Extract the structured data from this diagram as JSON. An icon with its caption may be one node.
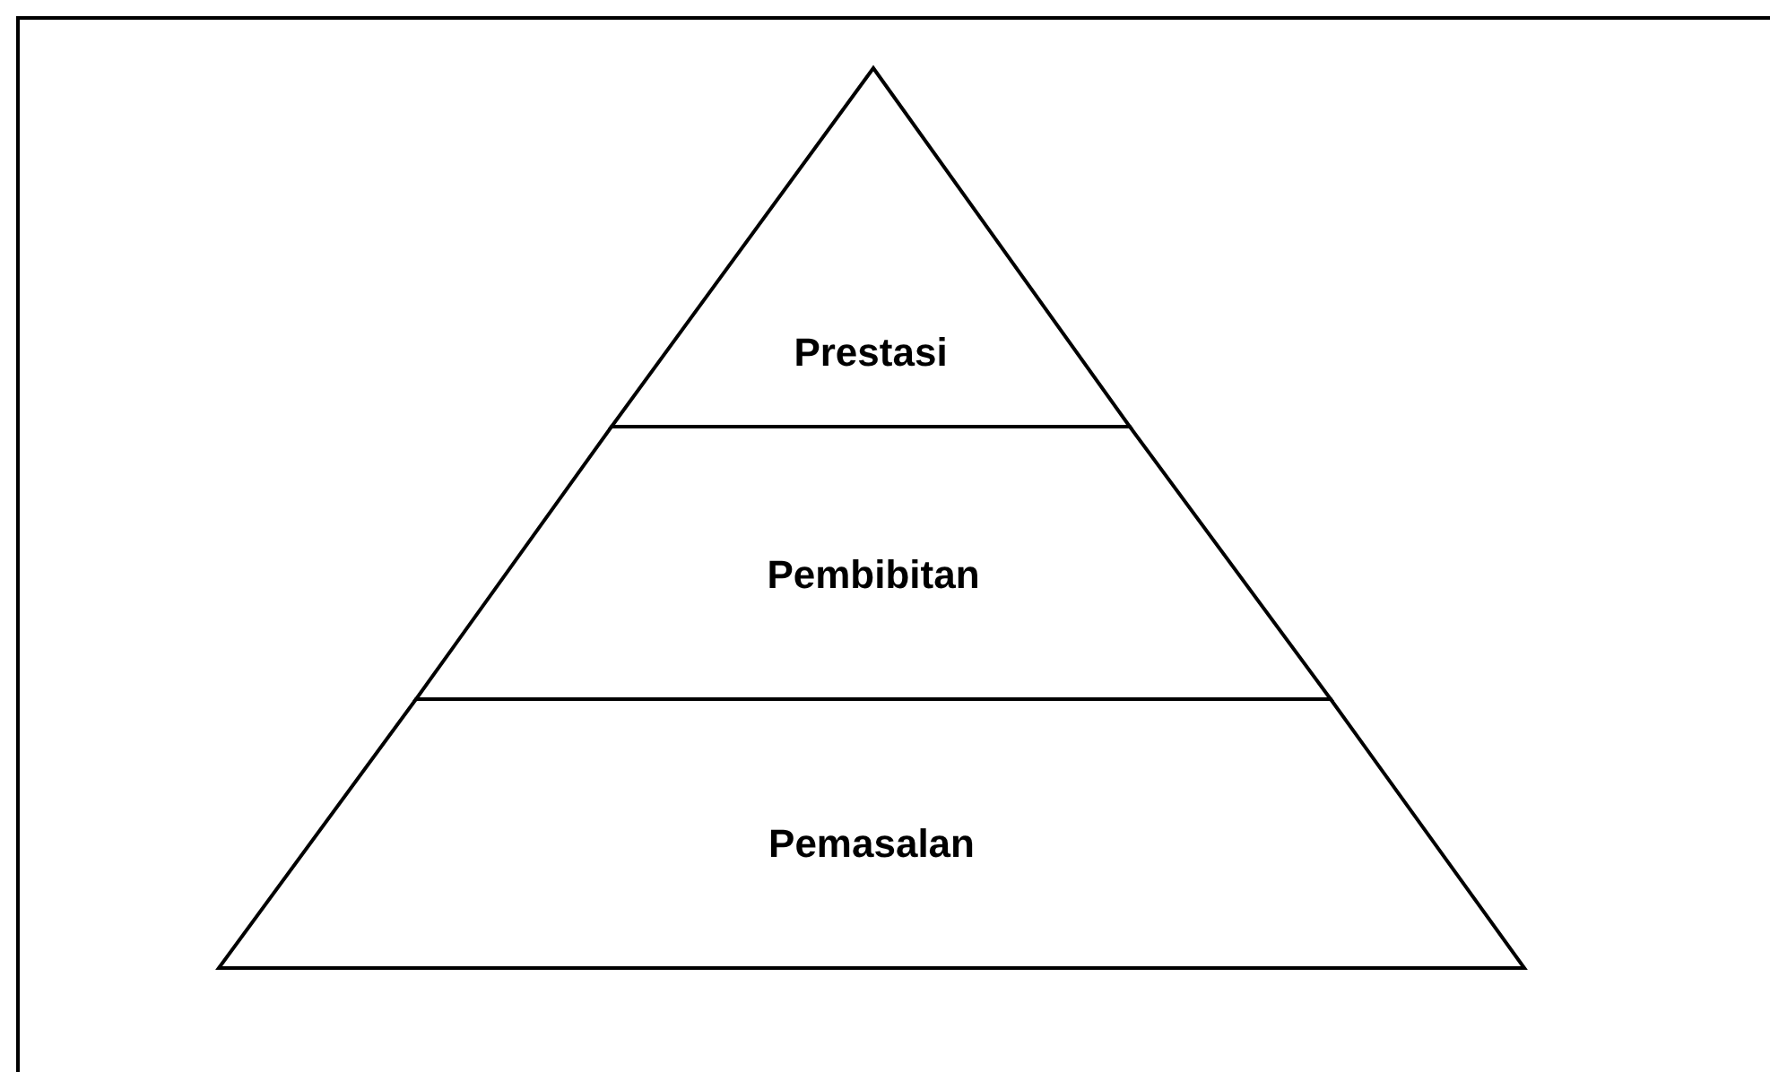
{
  "diagram": {
    "nodes": [
      {
        "text": [
          "Prestasi"
        ]
      },
      {
        "text": [
          "Pembibitan"
        ]
      },
      {
        "text": [
          "Pemasalan"
        ]
      }
    ]
  }
}
